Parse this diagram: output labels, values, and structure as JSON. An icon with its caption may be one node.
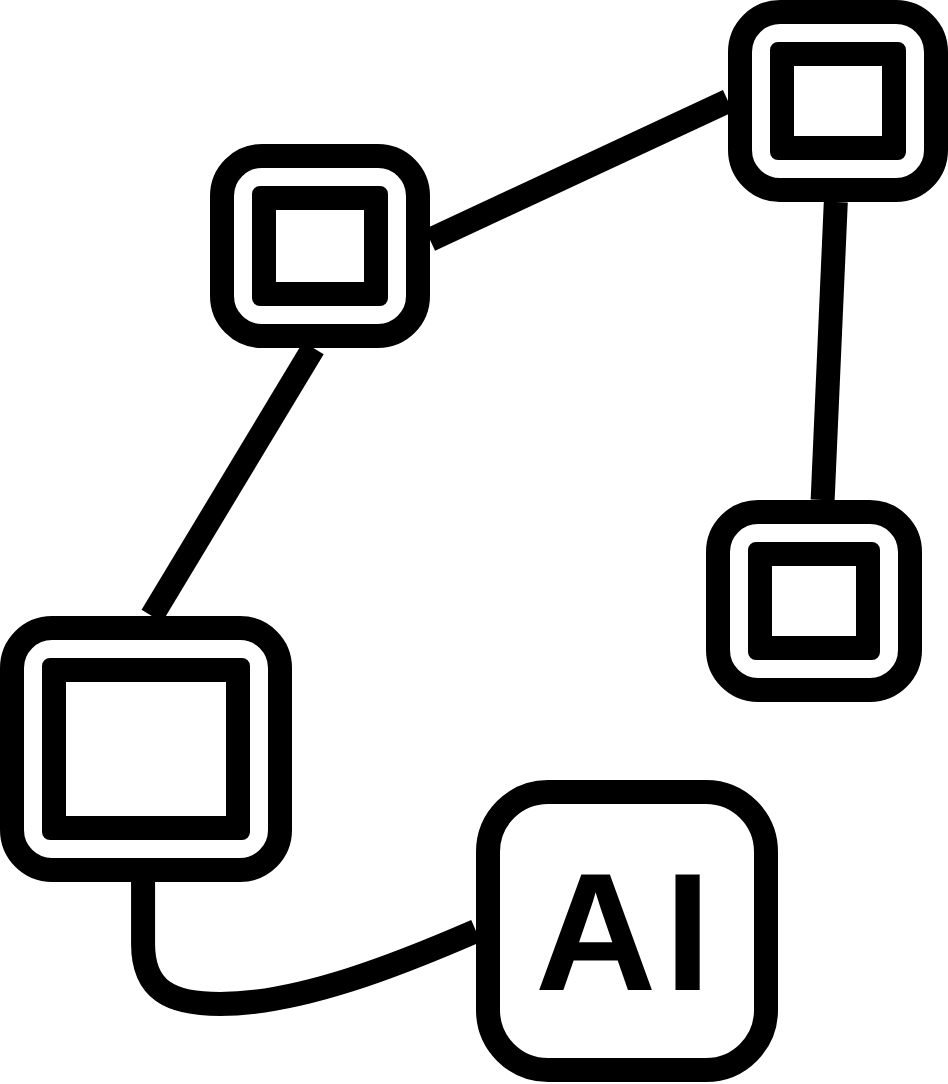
{
  "diagram": {
    "nodes": [
      {
        "text": [],
        "shape": "box"
      },
      {
        "text": [],
        "shape": "box"
      },
      {
        "text": [],
        "shape": "box"
      },
      {
        "text": [],
        "shape": "box"
      },
      {
        "text": [
          "AI"
        ]
      }
    ],
    "edges": [
      {
        "from": 1,
        "to": 0,
        "arrow": "none"
      },
      {
        "from": 0,
        "to": 2,
        "arrow": "none"
      },
      {
        "from": 1,
        "to": 3,
        "arrow": "none"
      },
      {
        "from": 3,
        "to": 4,
        "arrow": "none"
      }
    ]
  }
}
